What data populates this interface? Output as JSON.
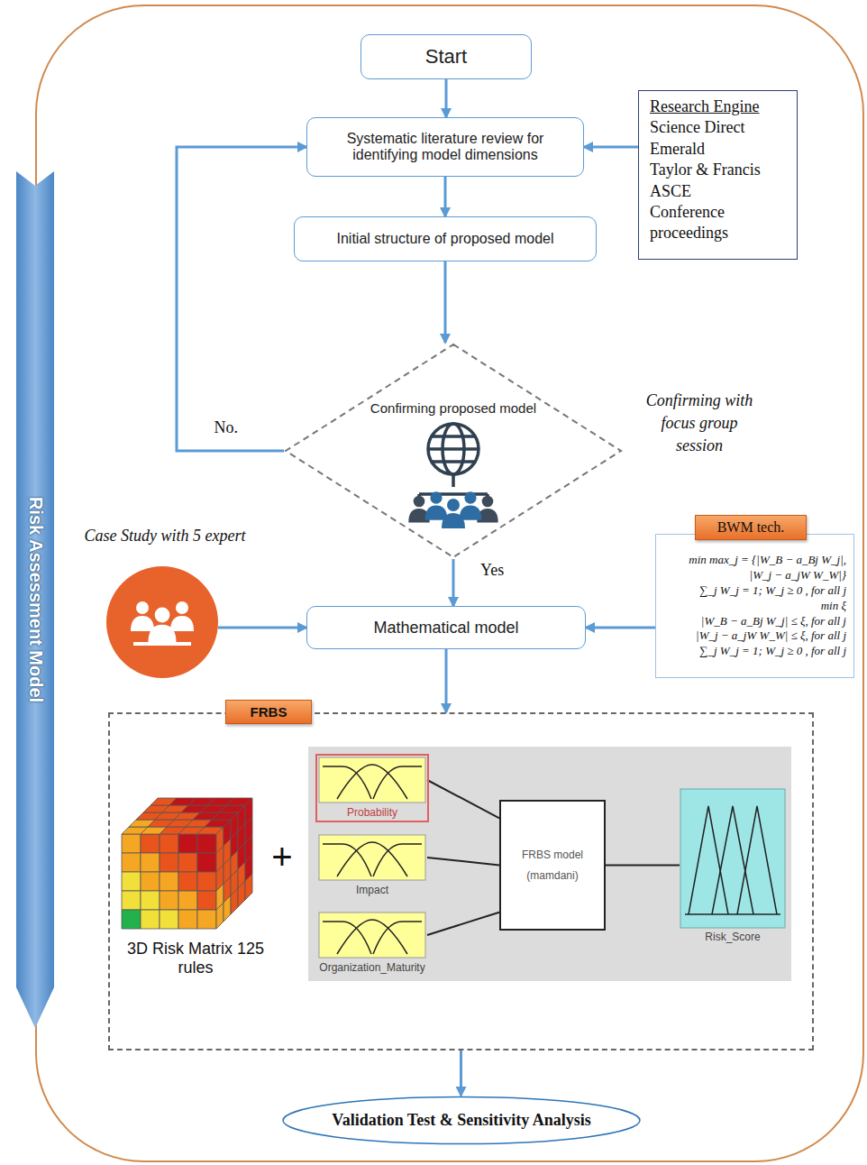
{
  "diagram": {
    "nodes": [
      {
        "text": [
          "Risk Assessment Model"
        ]
      },
      {
        "text": [
          "Start"
        ]
      },
      {
        "text": [
          "Systematic literature review for identifying model dimensions"
        ]
      },
      {
        "text": [
          "Research Engine",
          "Science Direct",
          "Emerald",
          "Taylor & Francis",
          "ASCE",
          "Conference proceedings"
        ]
      },
      {
        "text": [
          "Initial structure of proposed model"
        ]
      },
      {
        "text": [
          "Confirming proposed model"
        ]
      },
      {
        "text": [
          "Case Study with 5 expert"
        ]
      },
      {
        "text": [
          "Mathematical model"
        ]
      },
      {
        "text": [
          "BWM tech.",
          "min max_j = {|W_B − a_Bj W_j|,",
          "|W_j − a_jW W_W|}",
          "∑_j W_j = 1; W_j ≥ 0 , for all j",
          "min ξ",
          "|W_B − a_Bj W_j| ≤ ξ, for all j",
          "|W_j − a_jW W_W| ≤ ξ, for all j",
          "∑_j W_j = 1; W_j ≥ 0 , for all j"
        ]
      },
      {
        "text": [
          "FRBS"
        ]
      },
      {
        "text": [
          "3D Risk Matrix 125 rules"
        ],
        "in": 9
      },
      {
        "text": [
          "Probability"
        ],
        "in": 9
      },
      {
        "text": [
          "Impact"
        ],
        "in": 9
      },
      {
        "text": [
          "Organization_Maturity"
        ],
        "in": 9
      },
      {
        "text": [
          "FRBS model",
          "(mamdani)"
        ],
        "in": 9
      },
      {
        "text": [
          "Risk_Score"
        ],
        "in": 9
      },
      {
        "text": [
          "Validation Test & Sensitivity Analysis"
        ]
      }
    ],
    "edges": [
      {
        "from": 1,
        "to": 2,
        "arrow": "to"
      },
      {
        "from": 3,
        "to": 2,
        "arrow": "to"
      },
      {
        "from": 2,
        "to": 4,
        "arrow": "to"
      },
      {
        "from": 4,
        "to": 5,
        "arrow": "to"
      },
      {
        "from": 5,
        "to": 2,
        "label": "No.",
        "arrow": "to"
      },
      {
        "from": 5,
        "to": 7,
        "label": "Yes",
        "arrow": "to"
      },
      {
        "from": 6,
        "to": 7,
        "arrow": "to"
      },
      {
        "from": 8,
        "to": 7,
        "arrow": "to"
      },
      {
        "from": 7,
        "to": 9,
        "arrow": "to"
      },
      {
        "from": 9,
        "to": 16,
        "arrow": "to"
      },
      {
        "from": 11,
        "to": 14,
        "arrow": "none"
      },
      {
        "from": 12,
        "to": 14,
        "arrow": "none"
      },
      {
        "from": 13,
        "to": 14,
        "arrow": "none"
      },
      {
        "from": 14,
        "to": 15,
        "arrow": "none"
      }
    ],
    "labels": [
      "Confirming with focus group session",
      "+"
    ]
  }
}
